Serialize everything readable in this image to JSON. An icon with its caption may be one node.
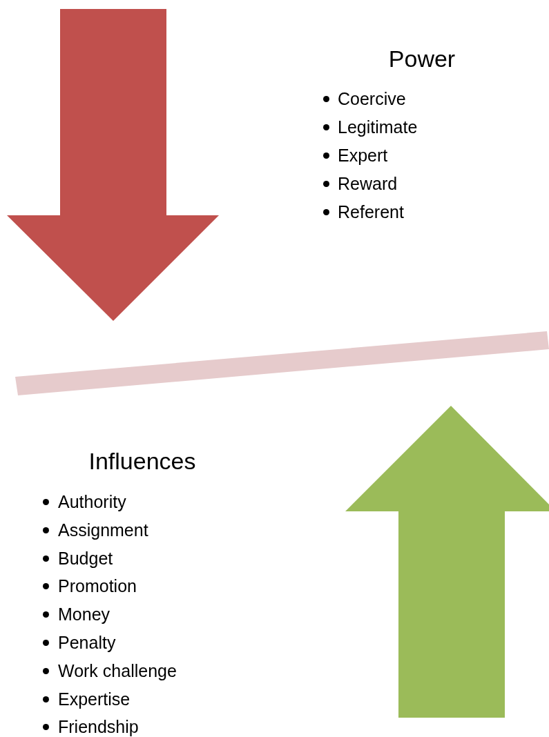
{
  "diagram": {
    "labels": [
      "Power",
      "Coercive",
      "Legitimate",
      "Expert",
      "Reward",
      "Referent",
      "Influences",
      "Authority",
      "Assignment",
      "Budget",
      "Promotion",
      "Money",
      "Penalty",
      "Work challenge",
      "Expertise",
      "Friendship"
    ]
  }
}
